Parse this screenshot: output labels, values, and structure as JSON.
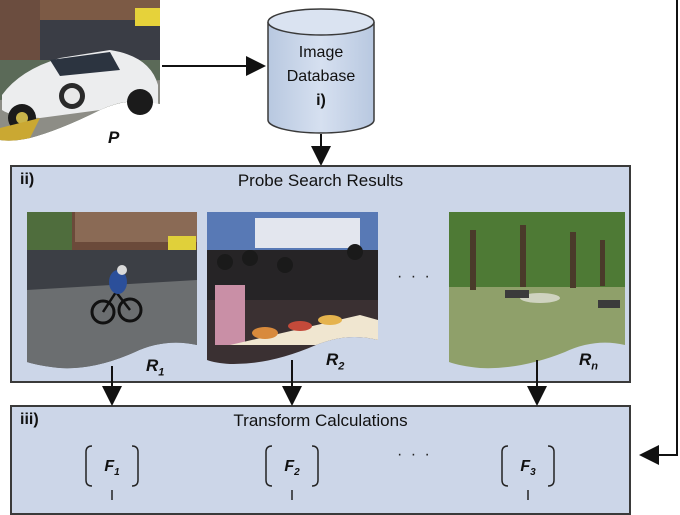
{
  "probe": {
    "label": "P"
  },
  "database": {
    "line1": "Image",
    "line2": "Database",
    "id": "i)"
  },
  "panels": {
    "search": {
      "id": "ii)",
      "title": "Probe Search Results"
    },
    "transform": {
      "id": "iii)",
      "title": "Transform Calculations"
    }
  },
  "results": [
    {
      "label": "R",
      "sub": "1",
      "scene": "cyclist on street"
    },
    {
      "label": "R",
      "sub": "2",
      "scene": "crowd at food table"
    },
    {
      "label": "R",
      "sub": "n",
      "scene": "park with trees"
    }
  ],
  "results_ellipsis": "· · ·",
  "transforms": [
    {
      "label": "F",
      "sub": "1"
    },
    {
      "label": "F",
      "sub": "2"
    },
    {
      "label": "F",
      "sub": "3"
    }
  ],
  "transforms_ellipsis": "· · ·",
  "colors": {
    "panel": "#ccd6e8",
    "border": "#3a3a3a",
    "cylinder": "#c3d1e6"
  }
}
